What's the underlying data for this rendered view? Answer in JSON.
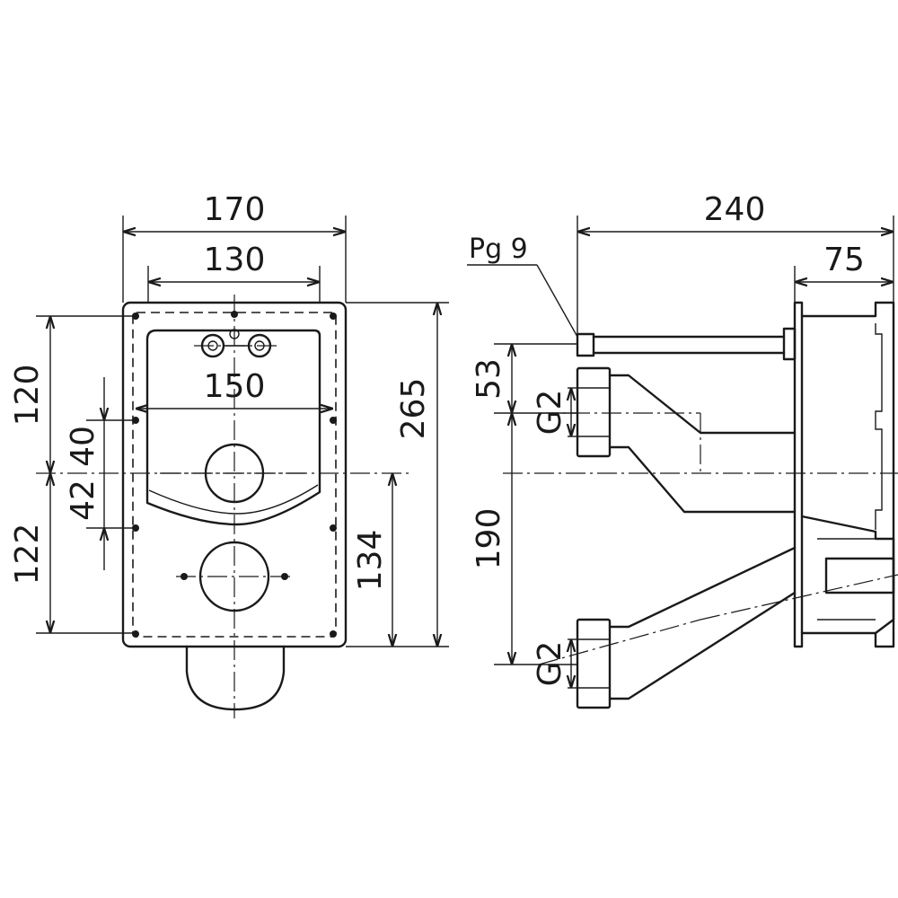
{
  "front_view": {
    "dim_overall_width": "170",
    "dim_inner_width": "130",
    "dim_mount_width": "150",
    "dim_height_total": "265",
    "dim_height_134": "134",
    "dim_upper_120": "120",
    "dim_40": "40",
    "dim_42": "42",
    "dim_lower_122": "122"
  },
  "side_view": {
    "dim_depth_total": "240",
    "dim_depth_75": "75",
    "cable_gland_label": "Pg 9",
    "dim_53": "53",
    "dim_190": "190",
    "thread_upper": "G2",
    "thread_lower": "G2"
  }
}
